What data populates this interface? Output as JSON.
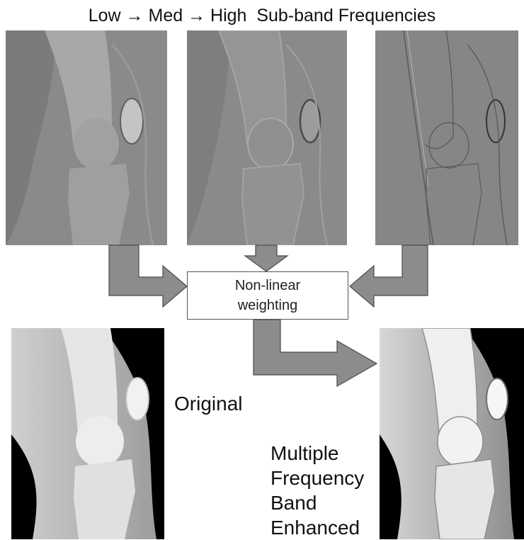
{
  "title": "Low → Med → High  Sub-band Frequencies",
  "panels": {
    "low": "low-frequency-subband-image",
    "med": "medium-frequency-subband-image",
    "high": "high-frequency-subband-image",
    "original": "original-knee-xray",
    "enhanced": "enhanced-knee-xray"
  },
  "box": {
    "line1": "Non-linear",
    "line2": "weighting"
  },
  "labels": {
    "original": "Original",
    "enhanced": [
      "Multiple",
      "Frequency",
      "Band",
      "Enhanced"
    ]
  },
  "colors": {
    "arrow_fill": "#8c8c8c",
    "arrow_stroke": "#4a4a4a"
  }
}
